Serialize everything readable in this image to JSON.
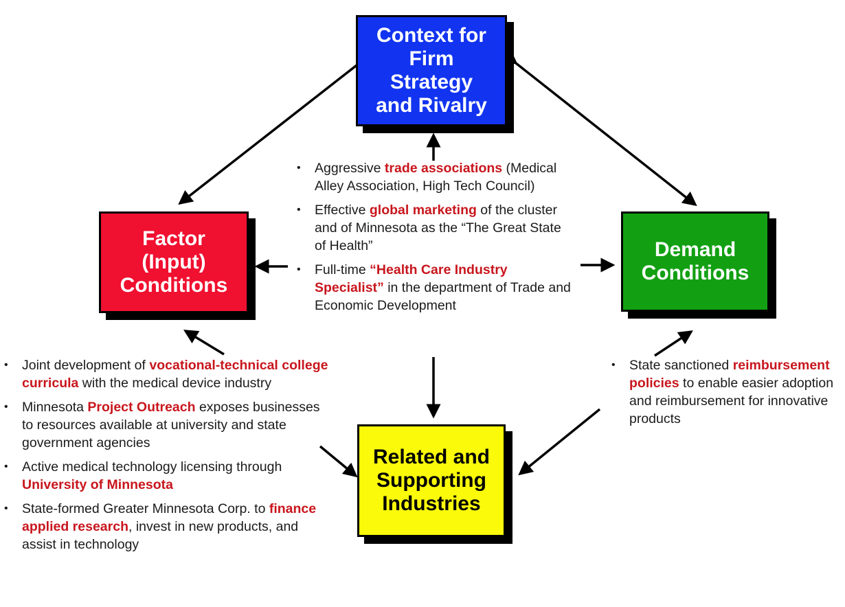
{
  "boxes": {
    "context": "Context for\nFirm\nStrategy\nand Rivalry",
    "factor": "Factor\n(Input)\nConditions",
    "demand": "Demand\nConditions",
    "related": "Related and\nSupporting\nIndustries"
  },
  "colors": {
    "context": "#1234f0",
    "factor": "#f01030",
    "demand": "#12a012",
    "related": "#fafa0a",
    "highlight": "#c8161d"
  },
  "center_bullets": [
    {
      "a": "Aggressive ",
      "h": "trade associations",
      "b": " (Medical Alley Association, High Tech Council)"
    },
    {
      "a": "Effective ",
      "h": "global marketing",
      "b": " of the cluster and of Minnesota as the “The Great State of Health”"
    },
    {
      "a": "Full-time ",
      "h": "“Health Care Industry Specialist”",
      "b": " in the department of Trade and Economic Development"
    }
  ],
  "left_bullets": [
    {
      "a": "Joint development of ",
      "h": "vocational-technical college curricula",
      "b": " with the medical device industry"
    },
    {
      "a": "Minnesota ",
      "h": "Project Outreach",
      "b": " exposes businesses to resources available at university and state government agencies"
    },
    {
      "a": "Active medical technology licensing through ",
      "h": "University of Minnesota",
      "b": ""
    },
    {
      "a": "State-formed Greater Minnesota Corp. to ",
      "h": "finance applied research",
      "b": ", invest in new products, and assist in technology"
    }
  ],
  "right_bullets": [
    {
      "a": "State sanctioned ",
      "h": "reimbursement policies",
      "b": " to enable easier adoption and reimbursement for innovative products"
    }
  ]
}
